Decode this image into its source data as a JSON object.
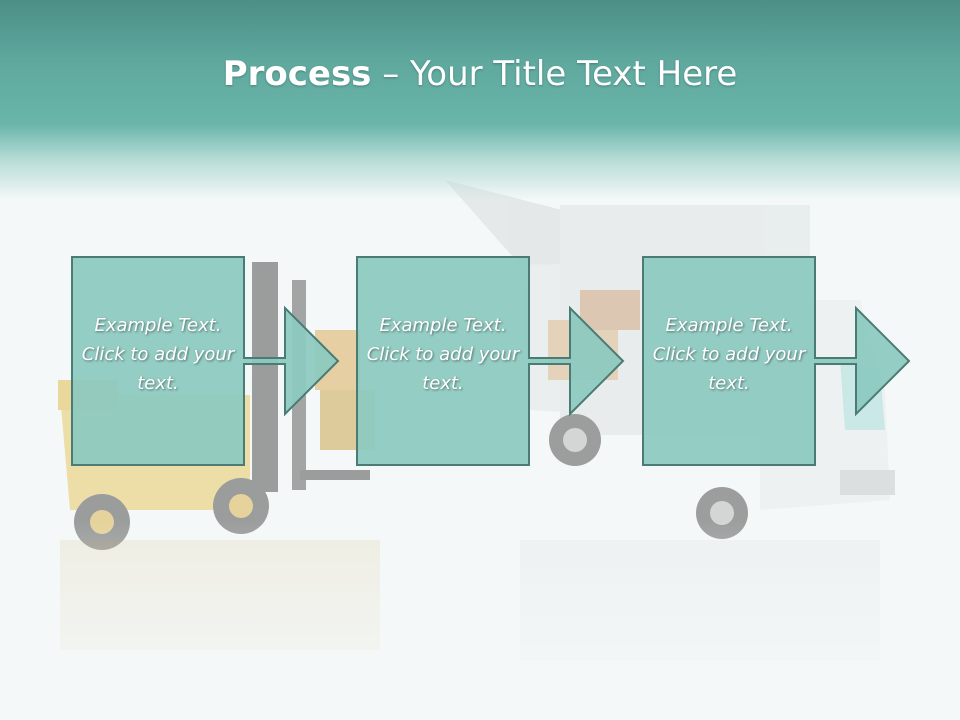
{
  "slide": {
    "title_bold": "Process",
    "title_rest": " – Your Title Text Here"
  },
  "background": {
    "illustration": "forklift-and-delivery-truck"
  },
  "colors": {
    "header_teal": "#5ea89e",
    "box_fill": "#8cc9bf",
    "box_stroke": "#4a7b74",
    "text": "#ffffff"
  },
  "steps": [
    {
      "text": "Example Text. Click  to add your text."
    },
    {
      "text": "Example Text. Click  to add your text."
    },
    {
      "text": "Example Text. Click  to add your text."
    }
  ]
}
